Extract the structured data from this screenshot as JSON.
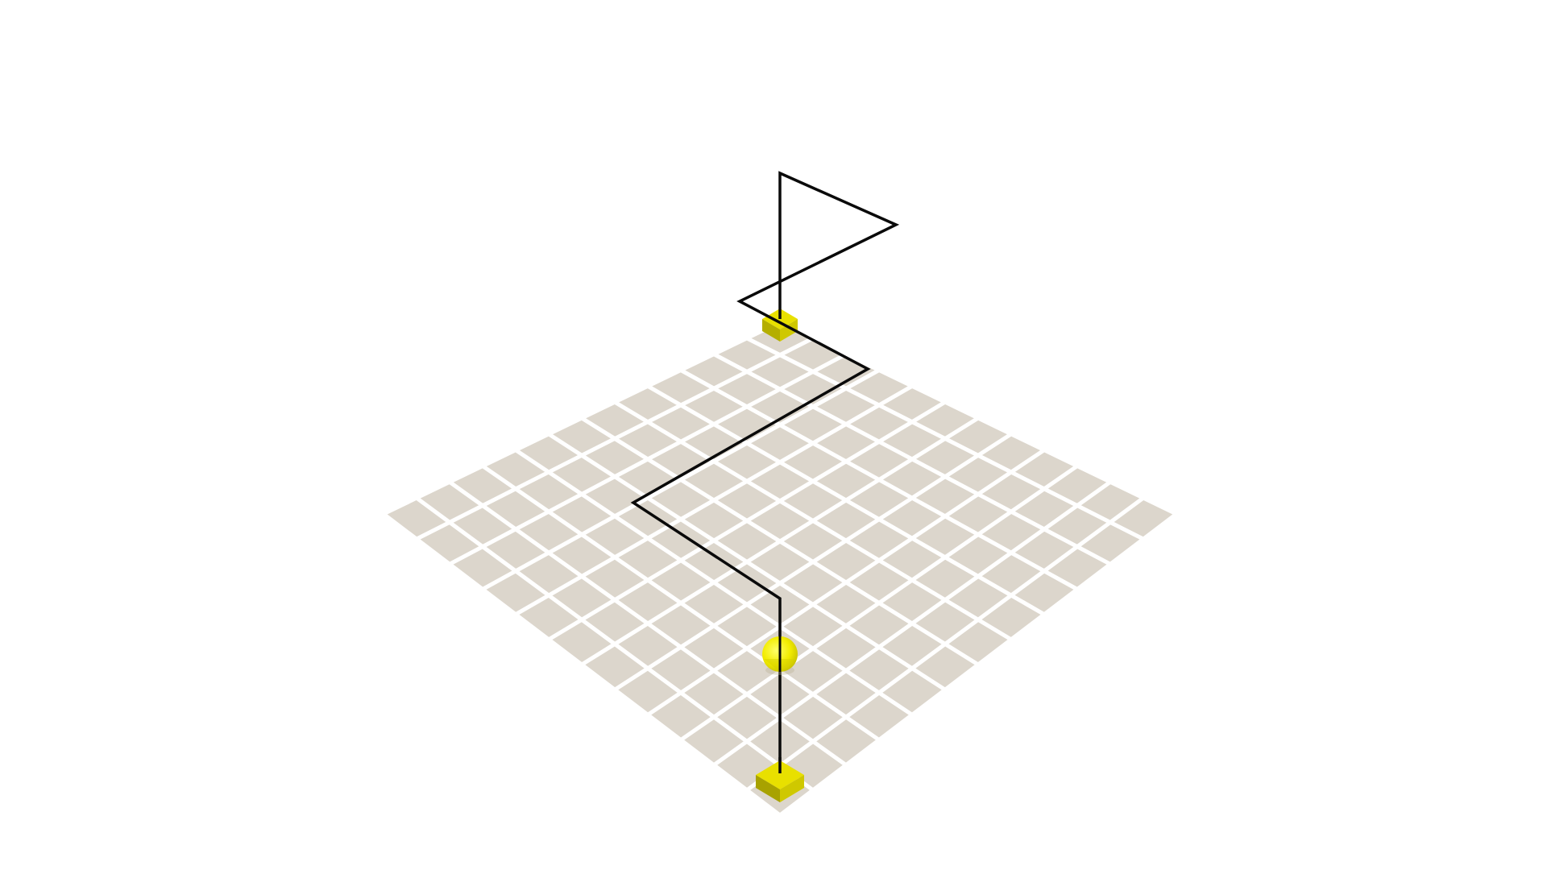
{
  "scene": {
    "type": "isometric-grid-path",
    "grid": {
      "cells_per_side": 12,
      "tile_color": "#dcd6cc",
      "line_color": "#ffffff"
    },
    "path": {
      "color": "#0a0a0a",
      "waypoints": [
        "start-block",
        "sphere-marker",
        "bend-1",
        "bend-2",
        "bend-3",
        "bend-4",
        "apex-right",
        "apex-top",
        "end-block"
      ]
    },
    "markers": {
      "start_block": {
        "shape": "cube",
        "color": "#e8e000"
      },
      "sphere": {
        "shape": "sphere",
        "color": "#f5f000"
      },
      "end_block": {
        "shape": "cube",
        "color": "#e8e000"
      }
    }
  }
}
